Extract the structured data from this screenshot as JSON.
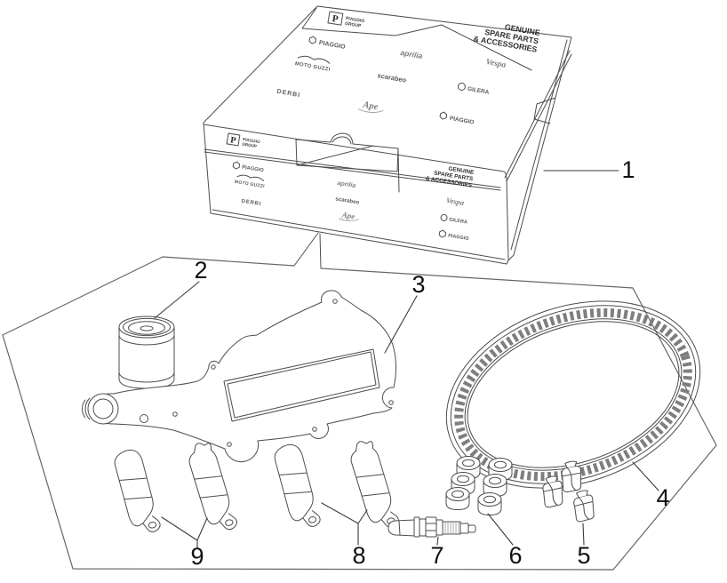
{
  "colors": {
    "line": "#4d4d4d",
    "line_light": "#8a8a8a",
    "plate_line": "#666666",
    "callout_text": "#101010",
    "background": "#ffffff"
  },
  "box": {
    "group_logo": {
      "letter": "P",
      "line1": "PIAGGIO",
      "line2": "GROUP"
    },
    "tagline": [
      "GENUINE",
      "SPARE PARTS",
      "& ACCESSORIES"
    ],
    "brands": {
      "piaggio": "PIAGGIO",
      "aprilia": "aprilia",
      "vespa": "Vespa",
      "moto_guzzi": "MOTO GUZZI",
      "scarabeo": "scarabeo",
      "gilera": "GILERA",
      "derbi": "DERBI",
      "ape": "Ape",
      "piaggio_commercial": "PIAGGIO"
    }
  },
  "callouts": [
    "1",
    "2",
    "3",
    "4",
    "5",
    "6",
    "7",
    "8",
    "9"
  ]
}
